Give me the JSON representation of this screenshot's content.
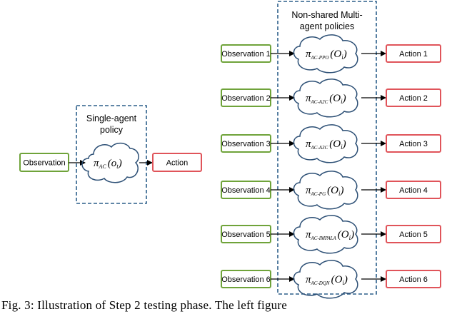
{
  "single_agent": {
    "title_lines": [
      "Single-agent",
      "policy"
    ],
    "input": "Observation",
    "output": "Action",
    "policy_symbol": "π",
    "policy_subscript": "AC",
    "policy_arg": "(o",
    "policy_arg_sub": "t",
    "policy_arg_close": ")"
  },
  "multi_agent": {
    "title_lines": [
      "Non-shared Multi-",
      "agent policies"
    ],
    "rows": [
      {
        "observation": "Observation 1",
        "action": "Action 1",
        "subscript": "AC-PPO"
      },
      {
        "observation": "Observation 2",
        "action": "Action 2",
        "subscript": "AC-A2C"
      },
      {
        "observation": "Observation 3",
        "action": "Action 3",
        "subscript": "AC-A3C"
      },
      {
        "observation": "Observation 4",
        "action": "Action 4",
        "subscript": "AC-PG"
      },
      {
        "observation": "Observation 5",
        "action": "Action 5",
        "subscript": "AC-IMPALA"
      },
      {
        "observation": "Observation 6",
        "action": "Action 6",
        "subscript": "AC-DQN"
      }
    ],
    "policy_symbol": "π",
    "policy_arg": "(O",
    "policy_arg_sub": "i",
    "policy_arg_close": ")"
  },
  "colors": {
    "observation_border": "#6fa33a",
    "action_border": "#e0545a",
    "cloud_stroke": "#2c4f75",
    "dashed_border": "#2c5f8a",
    "arrow": "#000000"
  },
  "caption": "Fig. 3: Illustration of Step 2 testing phase. The left figure"
}
